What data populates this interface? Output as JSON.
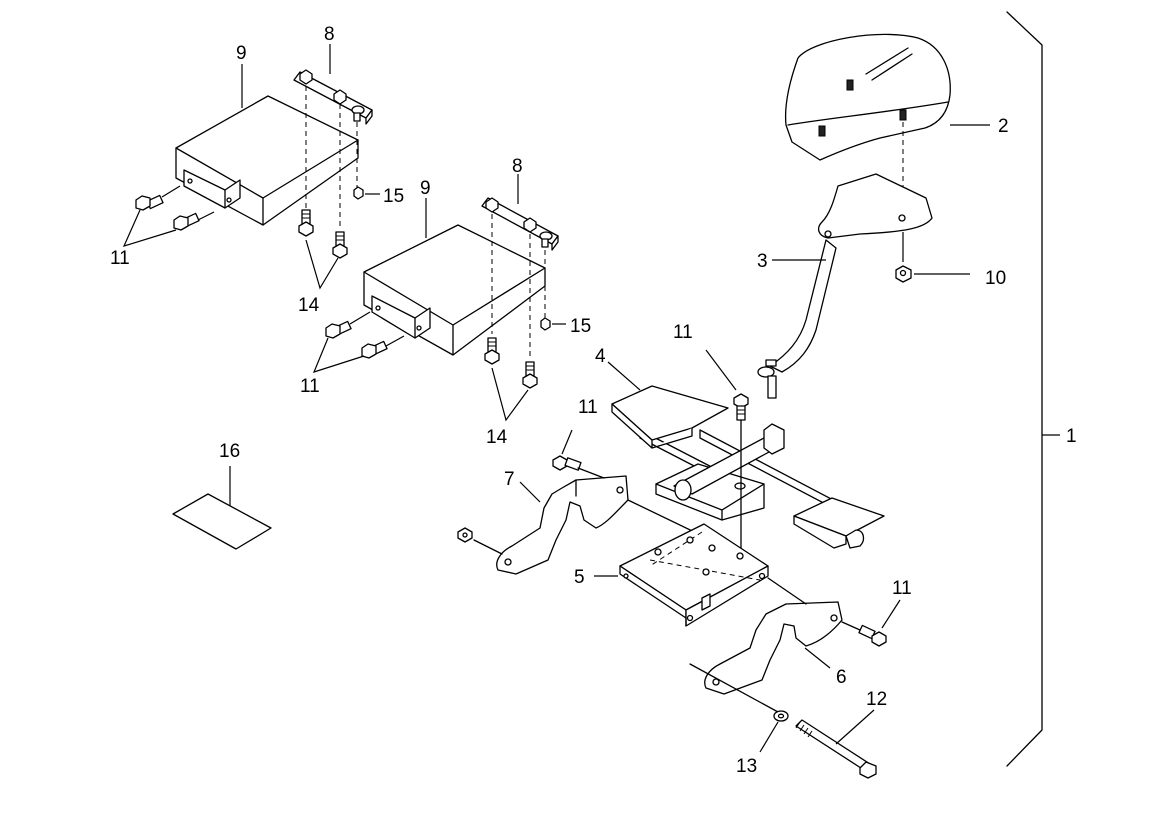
{
  "callouts": {
    "c1": "1",
    "c2": "2",
    "c3": "3",
    "c4": "4",
    "c5": "5",
    "c6": "6",
    "c7": "7",
    "c8a": "8",
    "c8b": "8",
    "c9a": "9",
    "c9b": "9",
    "c10": "10",
    "c11a": "11",
    "c11b": "11",
    "c11c": "11",
    "c11d": "11",
    "c11e": "11",
    "c12": "12",
    "c13": "13",
    "c14a": "14",
    "c14b": "14",
    "c15a": "15",
    "c15b": "15",
    "c16": "16"
  }
}
